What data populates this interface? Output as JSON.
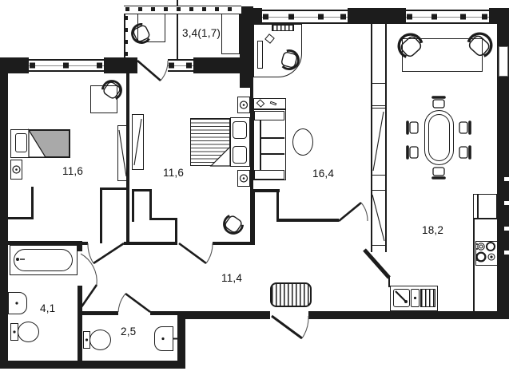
{
  "plan": {
    "type": "apartment-floor-plan",
    "rooms": [
      {
        "id": "balcony",
        "name": "balcony",
        "area_label": "3,4(1,7)",
        "furniture": [
          "table",
          "chair",
          "cabinet",
          "glazing"
        ]
      },
      {
        "id": "bedroom-1",
        "name": "bedroom",
        "area_label": "11,6",
        "furniture": [
          "single-bed",
          "nightstand-lamp",
          "desk",
          "desk-chair",
          "sliding-wardrobe",
          "window"
        ]
      },
      {
        "id": "bedroom-2",
        "name": "bedroom",
        "area_label": "11,6",
        "furniture": [
          "double-bed",
          "nightstand-lamp",
          "nightstand-lamp",
          "sliding-wardrobe",
          "chair",
          "balcony-door",
          "window"
        ]
      },
      {
        "id": "living-room",
        "name": "living room",
        "area_label": "16,4",
        "furniture": [
          "corner-desk",
          "desk-chair",
          "sofa",
          "shelf",
          "ottoman",
          "built-in-wardrobe",
          "window"
        ]
      },
      {
        "id": "kitchen-dining",
        "name": "kitchen-dining room",
        "area_label": "18,2",
        "furniture": [
          "console-table",
          "armchair",
          "armchair",
          "oval-dining-table",
          "dining-chairs-x6",
          "refrigerator",
          "stove",
          "kitchen-sink",
          "window"
        ]
      },
      {
        "id": "hallway",
        "name": "hallway",
        "area_label": "11,4",
        "furniture": [
          "doormat",
          "entrance-door"
        ]
      },
      {
        "id": "bathroom",
        "name": "bathroom",
        "area_label": "4,1",
        "furniture": [
          "bathtub",
          "washbasin",
          "toilet"
        ]
      },
      {
        "id": "wc",
        "name": "toilet room",
        "area_label": "2,5",
        "furniture": [
          "toilet",
          "washbasin"
        ]
      }
    ],
    "colors": {
      "wall": "#1c1c1c",
      "floor": "#ffffff",
      "blanket_gray": "#a9a9a9"
    }
  }
}
